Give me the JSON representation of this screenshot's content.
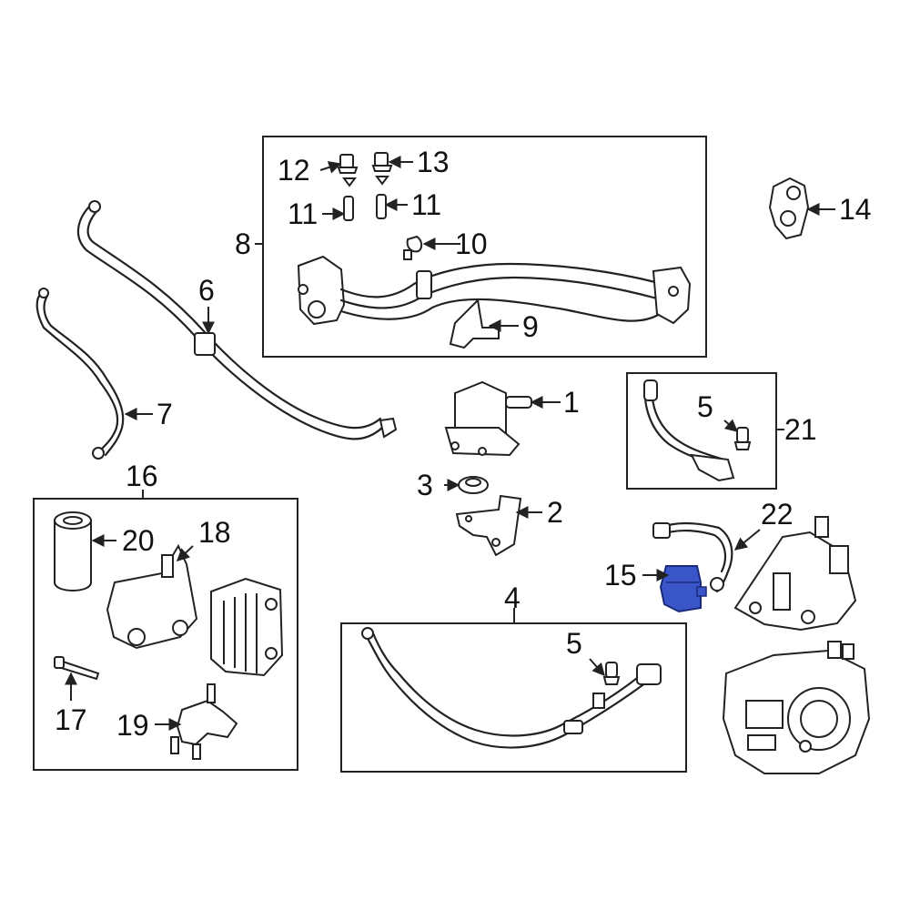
{
  "diagram": {
    "highlight_color": "#3a55c8",
    "line_color": "#222222",
    "callouts": {
      "c1": "1",
      "c2": "2",
      "c3": "3",
      "c4": "4",
      "c5a": "5",
      "c5b": "5",
      "c6": "6",
      "c7": "7",
      "c8": "8",
      "c9": "9",
      "c10": "10",
      "c11a": "11",
      "c11b": "11",
      "c12": "12",
      "c13": "13",
      "c14": "14",
      "c15": "15",
      "c16": "16",
      "c17": "17",
      "c18": "18",
      "c19": "19",
      "c20": "20",
      "c21": "21",
      "c22": "22"
    }
  }
}
